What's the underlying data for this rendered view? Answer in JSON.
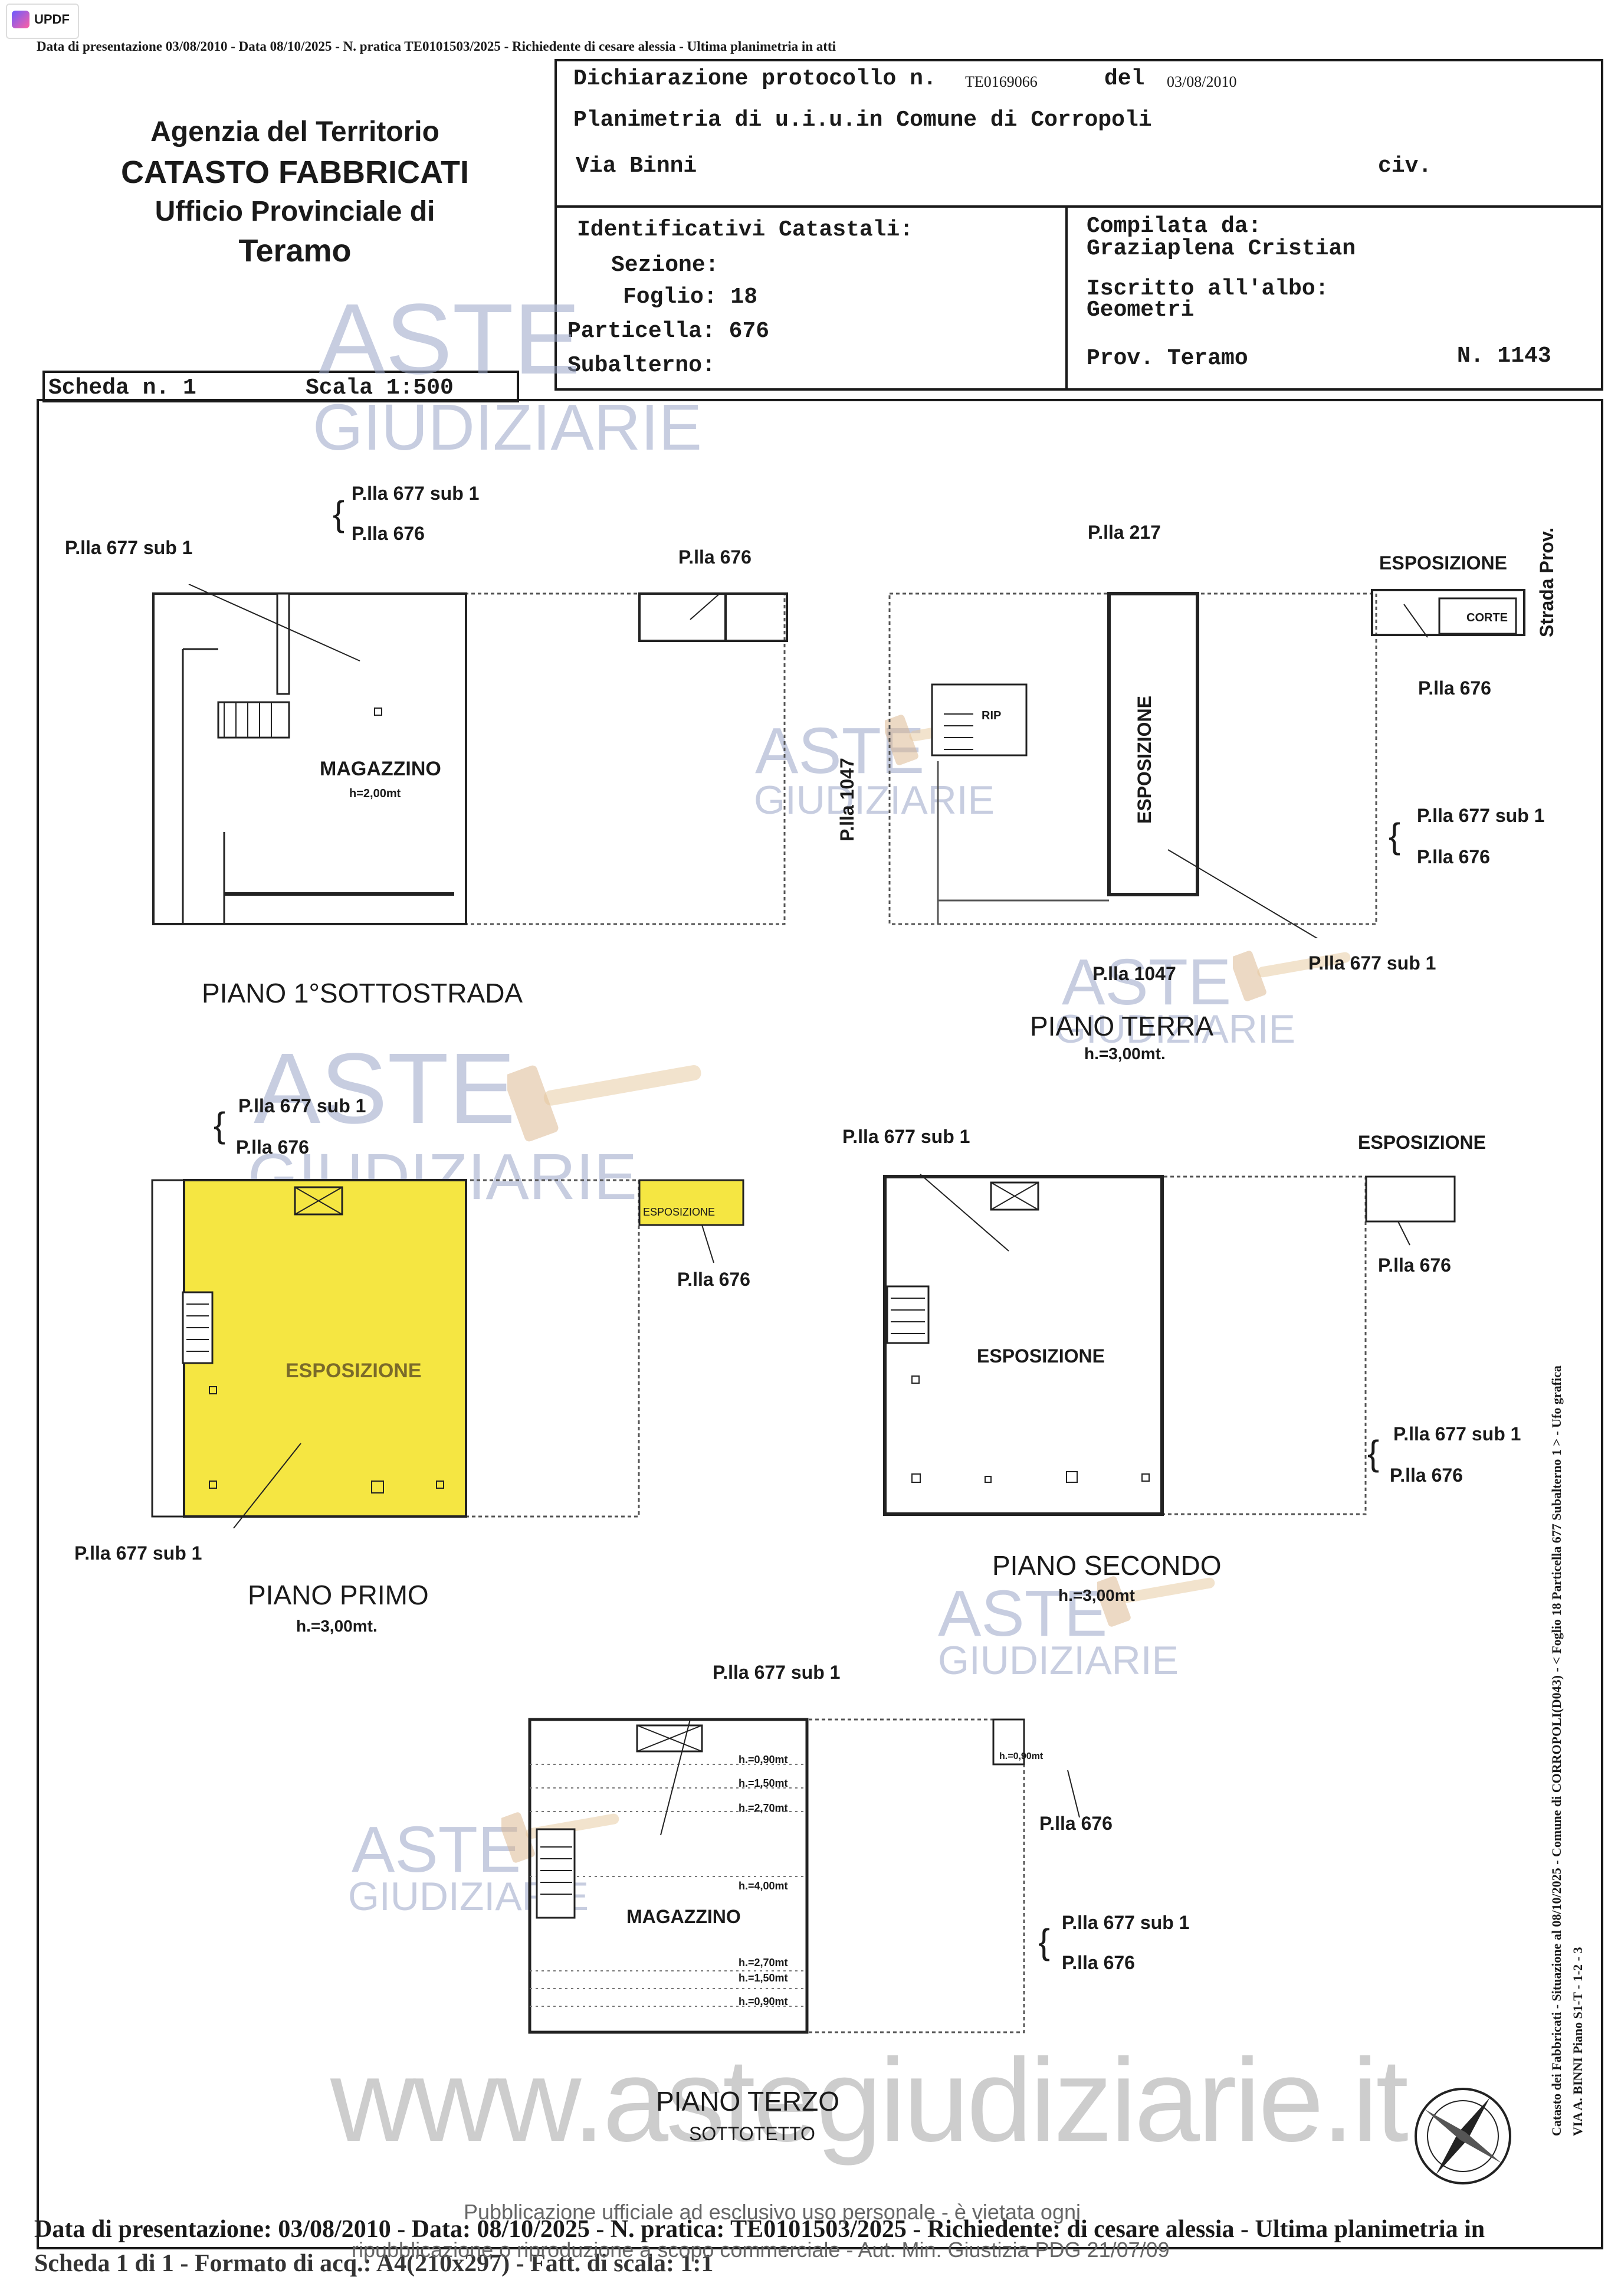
{
  "app": {
    "badge": "UPDF"
  },
  "top_line": "Data di presentazione 03/08/2010 - Data 08/10/2025 - N. pratica TE0101503/2025 - Richiedente di cesare alessia - Ultima planimetria in atti",
  "agency": {
    "line1": "Agenzia del Territorio",
    "line2": "CATASTO FABBRICATI",
    "line3": "Ufficio Provinciale di",
    "line4": "Teramo"
  },
  "header": {
    "dichiarazione_label": "Dichiarazione protocollo n.",
    "protocollo": "TE0169066",
    "del_label": "del",
    "del_date": "03/08/2010",
    "planimetria": "Planimetria di u.i.u.in Comune di Corropoli",
    "via": "Via Binni",
    "civ": "civ.",
    "ident_title": "Identificativi Catastali:",
    "sezione": "Sezione:",
    "foglio": "Foglio: 18",
    "particella": "Particella: 676",
    "subalterno": "Subalterno:",
    "compilata": "Compilata da:",
    "compilatore": "Graziaplena Cristian",
    "iscritto": "Iscritto all'albo:",
    "albo": "Geometri",
    "prov": "Prov. Teramo",
    "numero": "N. 1143"
  },
  "scheda": {
    "label": "Scheda n. 1",
    "scala": "Scala 1:500"
  },
  "watermark": {
    "aste": "ASTE",
    "giudiziarie": "GIUDIZIARIE",
    "site": "www.astegiudiziarie.it"
  },
  "plans": {
    "sottostrada": {
      "title": "PIANO 1°SOTTOSTRADA",
      "room": "MAGAZZINO",
      "h": "h=2,00mt",
      "p677a": "P.lla 677 sub 1",
      "p676a": "P.lla 676",
      "p677b": "P.lla 677 sub 1",
      "p676b": "P.lla 676"
    },
    "terra": {
      "title": "PIANO TERRA",
      "h": "h.=3,00mt.",
      "room": "ESPOSIZIONE",
      "rip": "RIP",
      "p217": "P.lla 217",
      "esp_small": "ESPOSIZIONE",
      "corte": "CORTE",
      "p676": "P.lla 676",
      "strada": "Strada Prov.",
      "p1047a": "P.lla 1047",
      "p1047b": "P.lla 1047",
      "p677a": "P.lla 677 sub 1",
      "p676a": "P.lla 676",
      "p677b": "P.lla 677 sub 1"
    },
    "primo": {
      "title": "PIANO PRIMO",
      "h": "h.=3,00mt.",
      "room": "ESPOSIZIONE",
      "esp_small": "ESPOSIZIONE",
      "p677a": "P.lla 677 sub 1",
      "p676a": "P.lla 676",
      "p676b": "P.lla 676",
      "p677b": "P.lla 677 sub 1",
      "highlight": "#f5e642"
    },
    "secondo": {
      "title": "PIANO SECONDO",
      "h": "h.=3,00mt",
      "room": "ESPOSIZIONE",
      "esp_small": "ESPOSIZIONE",
      "p677a": "P.lla 677 sub 1",
      "p676a": "P.lla 676",
      "p677b": "P.lla 677 sub 1",
      "p676b": "P.lla 676"
    },
    "terzo": {
      "title": "PIANO TERZO",
      "subtitle": "SOTTOTETTO",
      "room": "MAGAZZINO",
      "p677a": "P.lla 677 sub 1",
      "p676a": "P.lla 676",
      "p677b": "P.lla 677 sub 1",
      "p676b": "P.lla 676",
      "heights": [
        "h.=0,90mt",
        "h.=1,50mt",
        "h.=2,70mt",
        "h.=4,00mt",
        "h.=2,70mt",
        "h.=1,50mt",
        "h.=0,90mt"
      ],
      "h_side": "h.=0,90mt"
    }
  },
  "side_text": "Catasto dei Fabbricati - Situazione al 08/10/2025 - Comune di CORROPOLI(D043) - < Foglio 18 Particella 677 Subalterno 1 > - Ufo grafica",
  "side_text2": "VIA A. BINNI Piano S1-T - 1-2 - 3",
  "footer": {
    "line1": "Data di presentazione: 03/08/2010 - Data: 08/10/2025 - N. pratica: TE0101503/2025 - Richiedente: di cesare alessia - Ultima planimetria in",
    "line2": "Scheda 1 di 1 - Formato di acq.: A4(210x297) - Fatt. di scala: 1:1",
    "notice1": "Pubblicazione ufficiale ad esclusivo uso personale - è vietata ogni",
    "notice2": "ripubblicazione o riproduzione a scopo commerciale - Aut. Min. Giustizia PDG 21/07/09"
  }
}
